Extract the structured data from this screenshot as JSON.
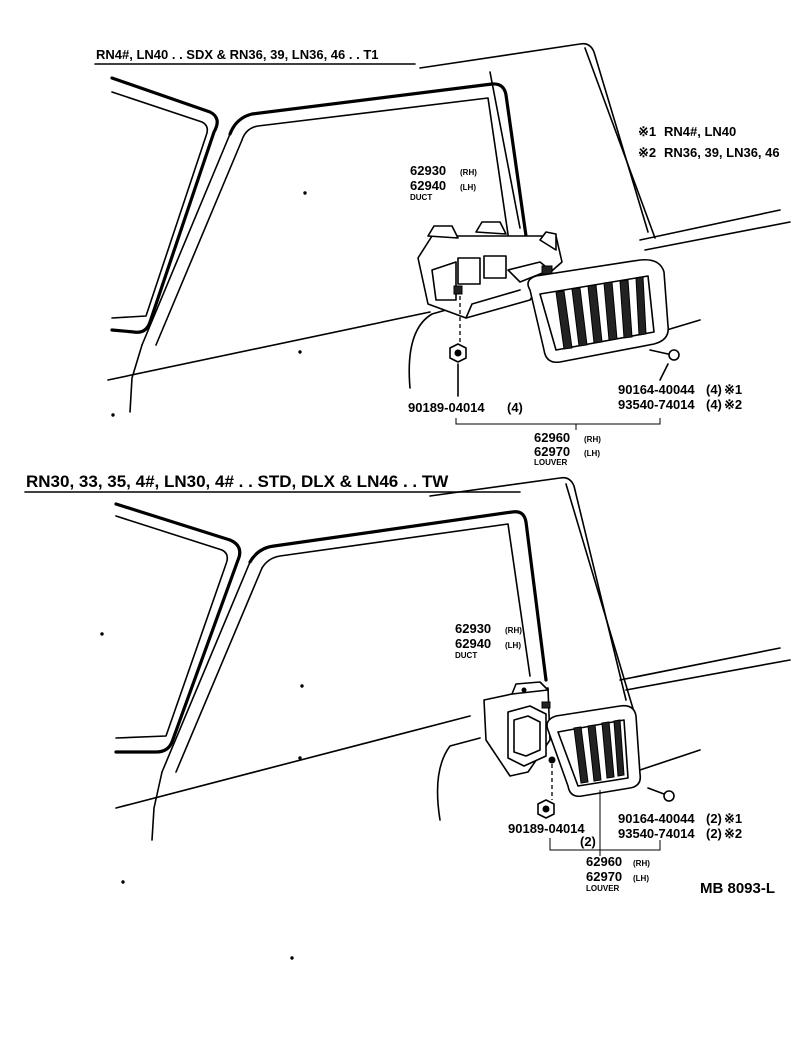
{
  "top": {
    "header": "RN4#, LN40 . . SDX & RN36, 39, LN36, 46 . . T1",
    "notes": {
      "n1_mark": "※1",
      "n1_text": "RN4#, LN40",
      "n2_mark": "※2",
      "n2_text": "RN36, 39, LN36, 46"
    },
    "duct": {
      "pn_rh": "62930",
      "rh": "(RH)",
      "pn_lh": "62940",
      "lh": "(LH)",
      "name": "DUCT"
    },
    "nut": {
      "pn": "90189-04014",
      "qty": "(4)"
    },
    "screw1": {
      "pn": "90164-40044",
      "qty": "(4)",
      "mark": "※1"
    },
    "screw2": {
      "pn": "93540-74014",
      "qty": "(4)",
      "mark": "※2"
    },
    "louver": {
      "pn_rh": "62960",
      "rh": "(RH)",
      "pn_lh": "62970",
      "lh": "(LH)",
      "name": "LOUVER"
    }
  },
  "bottom": {
    "header": "RN30, 33, 35, 4#, LN30, 4# . . STD, DLX & LN46 . . TW",
    "duct": {
      "pn_rh": "62930",
      "rh": "(RH)",
      "pn_lh": "62940",
      "lh": "(LH)",
      "name": "DUCT"
    },
    "nut": {
      "pn": "90189-04014",
      "qty": "(2)"
    },
    "screw1": {
      "pn": "90164-40044",
      "qty": "(2)",
      "mark": "※1"
    },
    "screw2": {
      "pn": "93540-74014",
      "qty": "(2)",
      "mark": "※2"
    },
    "louver": {
      "pn_rh": "62960",
      "rh": "(RH)",
      "pn_lh": "62970",
      "lh": "(LH)",
      "name": "LOUVER"
    }
  },
  "ref_code": "MB 8093-L"
}
